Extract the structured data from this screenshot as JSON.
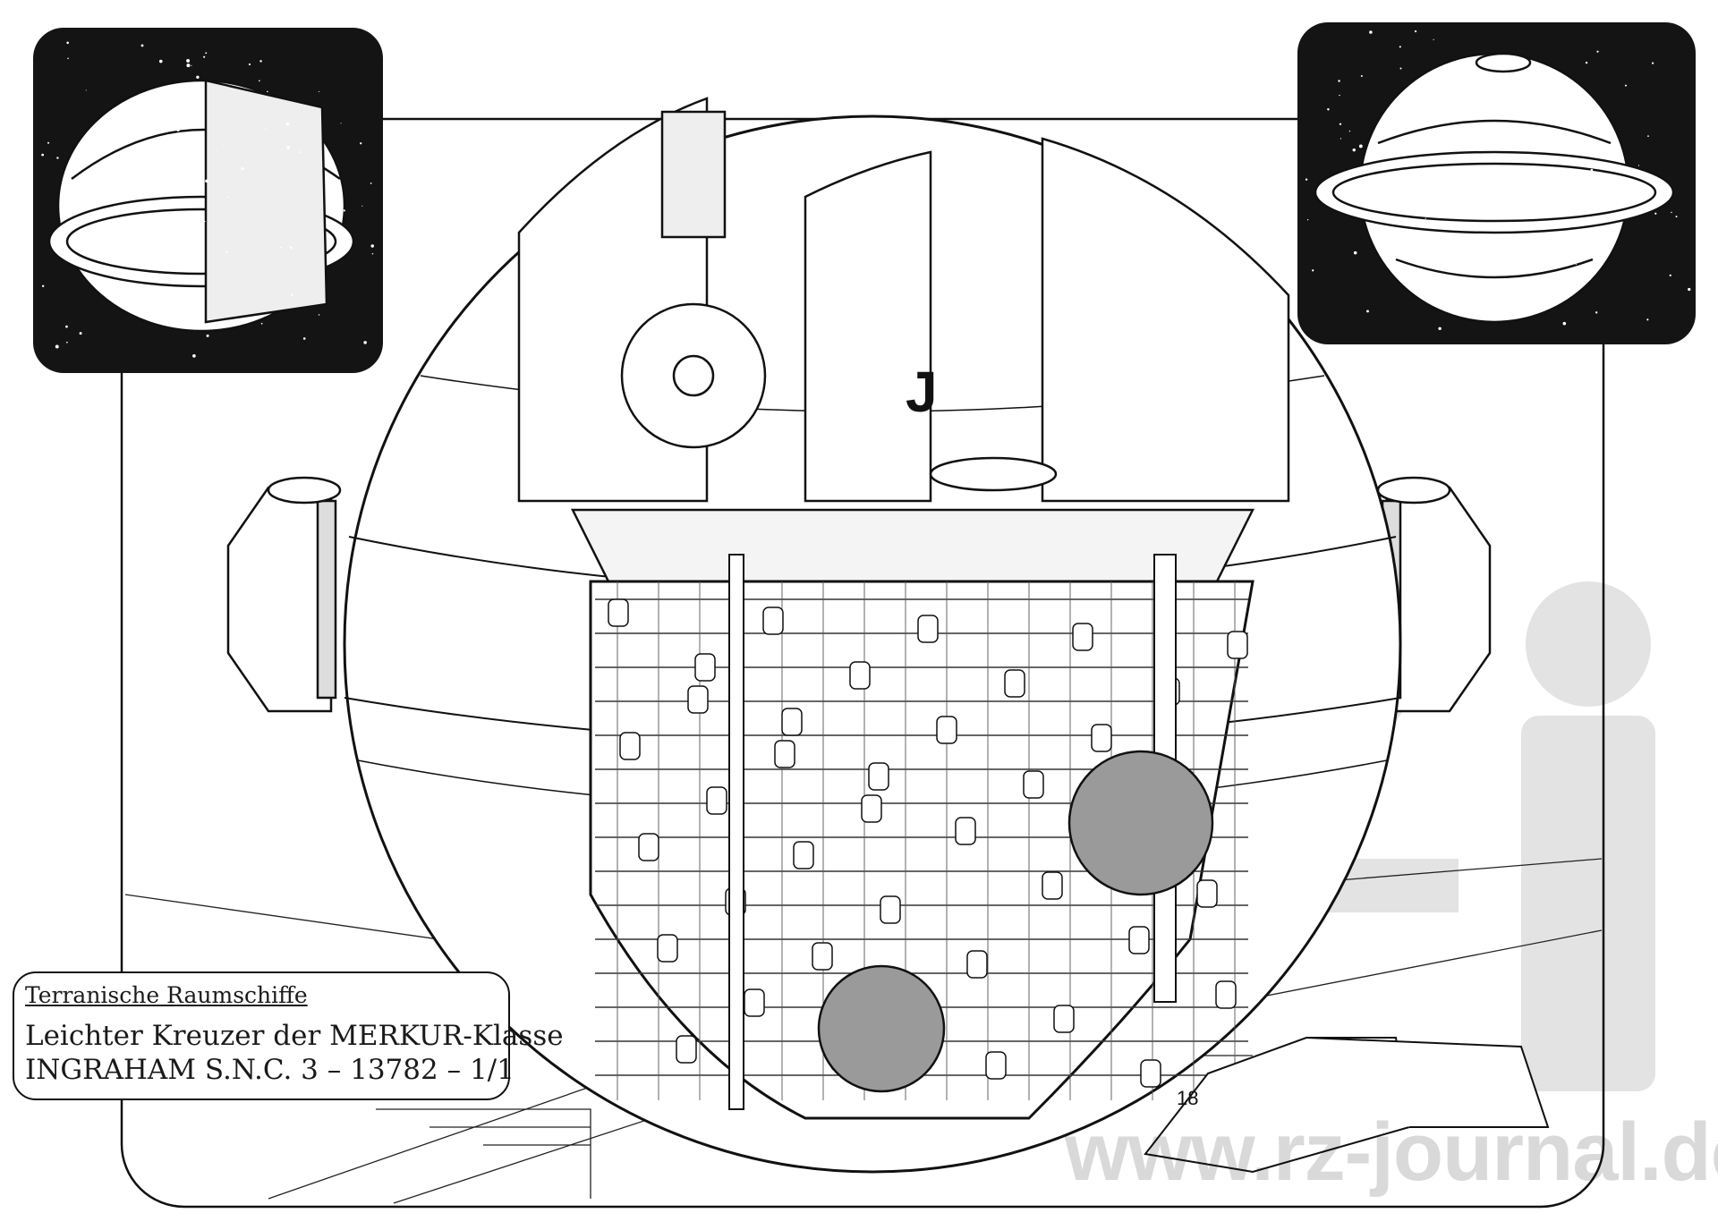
{
  "caption": {
    "series": "Terranische Raumschiffe",
    "class_line": "Leichter Kreuzer der MERKUR-Klasse",
    "designation": "INGRAHAM S.N.C. 3 – 13782 – 1/1"
  },
  "hull_marking": "J",
  "ground_vehicle_number": "18",
  "watermark": "www.rz-journal.de",
  "colors": {
    "ink": "#111111",
    "space": "#141414",
    "watermark": "#d9d9d9",
    "paper": "#ffffff"
  }
}
